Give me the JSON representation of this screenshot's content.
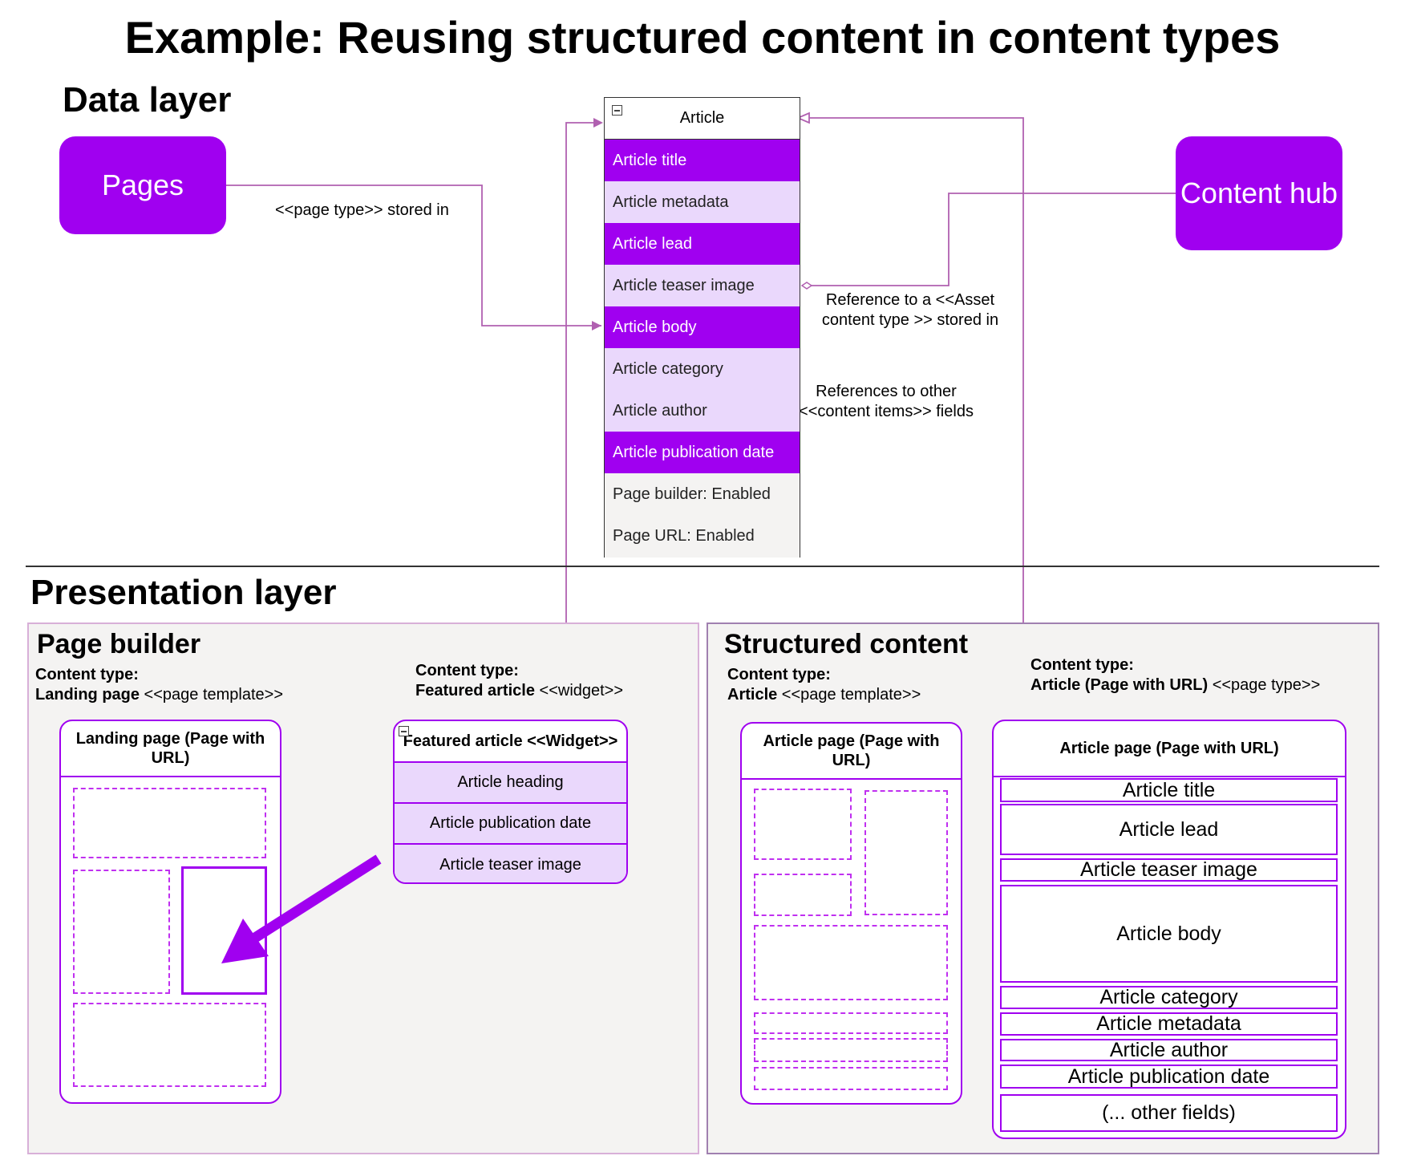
{
  "title": "Example: Reusing structured content in content types",
  "data_layer": {
    "heading": "Data layer",
    "pages_label": "Pages",
    "content_hub_label": "Content hub",
    "pages_link_label": "<<page type>> stored in",
    "asset_ref_label_line1": "Reference to a <<Asset",
    "asset_ref_label_line2": "content type >> stored in",
    "content_ref_label_line1": "References to other",
    "content_ref_label_line2": "<<content items>> fields",
    "article": {
      "header": "Article",
      "fields": [
        "Article title",
        "Article metadata",
        "Article lead",
        "Article teaser image",
        "Article body",
        "Article category",
        "Article author",
        "Article publication date",
        "Page builder: Enabled",
        "Page URL: Enabled"
      ]
    }
  },
  "presentation_layer": {
    "heading": "Presentation layer",
    "page_builder": {
      "heading": "Page builder",
      "landing": {
        "ct_label": "Content type:",
        "ct_name": "Landing page",
        "ct_kind": " <<page template>>",
        "box_title": "Landing page (Page with URL)"
      },
      "featured": {
        "ct_label": "Content type:",
        "ct_name": "Featured article",
        "ct_kind": " <<widget>>",
        "box_title": "Featured article <<Widget>>",
        "fields": [
          "Article heading",
          "Article publication date",
          "Article teaser image"
        ]
      }
    },
    "structured": {
      "heading": "Structured content",
      "article_tpl": {
        "ct_label": "Content type:",
        "ct_name": "Article",
        "ct_kind": " <<page template>>",
        "box_title": "Article page (Page with URL)"
      },
      "article_page": {
        "ct_label": "Content type:",
        "ct_name": "Article (Page with URL)",
        "ct_kind": " <<page type>>",
        "box_title": "Article page (Page with URL)",
        "fields": [
          "Article title",
          "Article lead",
          "Article teaser image",
          "Article body",
          "Article category",
          "Article metadata",
          "Article author",
          "Article publication date",
          "(... other fields)"
        ]
      }
    }
  }
}
